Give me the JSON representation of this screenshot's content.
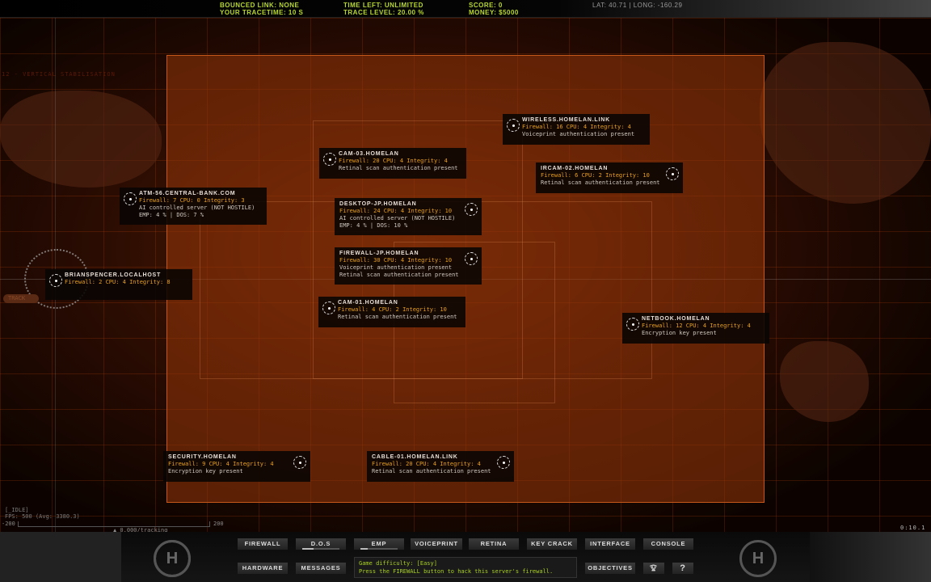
{
  "topbar": {
    "bounced_link": "Bounced link: none",
    "tracetime": "Your tracetime: 10 s",
    "time_left": "Time left: unlimited",
    "trace_level": "Trace level: 20.00 %",
    "score": "Score: 0",
    "money": "Money: $5000",
    "lat": "LAT: 40.71",
    "long": "LONG: -160.29"
  },
  "map": {
    "stabilisation_label": "12 - VERTICAL STABILISATION",
    "track_label": "TRACK",
    "status": "[_IDLE]",
    "fps": "FPS: 500 (Avg: 3380.3)",
    "ruler_min": "-200",
    "ruler_max": "200",
    "tracking": "▲ 0.000/tracking",
    "version": "0:10.1"
  },
  "nodes": [
    {
      "name": "ATM-56.CENTRAL-BANK.COM",
      "stats": "Firewall: 7 CPU: 0 Integrity: 3",
      "details": [
        "AI controlled server (NOT HOSTILE)",
        "EMP:   4 % | DOS:   7 %"
      ]
    },
    {
      "name": "CAM-03.HOMELAN",
      "stats": "Firewall: 20 CPU: 4 Integrity: 4",
      "details": [
        "Retinal scan authentication present"
      ]
    },
    {
      "name": "WIRELESS.HOMELAN.LINK",
      "stats": "Firewall: 16 CPU: 4 Integrity: 4",
      "details": [
        "Voiceprint authentication present"
      ]
    },
    {
      "name": "IRCAM-02.HOMELAN",
      "stats": "Firewall: 6 CPU: 2 Integrity: 10",
      "details": [
        "Retinal scan authentication present"
      ]
    },
    {
      "name": "DESKTOP-JP.HOMELAN",
      "stats": "Firewall: 24 CPU: 4 Integrity: 10",
      "details": [
        "AI controlled server (NOT HOSTILE)",
        "EMP:   4 % | DOS:  10 %"
      ]
    },
    {
      "name": "FIREWALL-JP.HOMELAN",
      "stats": "Firewall: 30 CPU: 4 Integrity: 10",
      "details": [
        "Voiceprint authentication present",
        "Retinal scan authentication present"
      ]
    },
    {
      "name": "BRIANSPENCER.LOCALHOST",
      "stats": "Firewall: 2 CPU: 4 Integrity: 8",
      "details": []
    },
    {
      "name": "CAM-01.HOMELAN",
      "stats": "Firewall: 4 CPU: 2 Integrity: 10",
      "details": [
        "Retinal scan authentication present"
      ]
    },
    {
      "name": "NETBOOK.HOMELAN",
      "stats": "Firewall: 12 CPU: 4 Integrity: 4",
      "details": [
        "Encryption key present"
      ]
    },
    {
      "name": "SECURITY.HOMELAN",
      "stats": "Firewall: 9 CPU: 4 Integrity: 4",
      "details": [
        "Encryption key present"
      ]
    },
    {
      "name": "CABLE-01.HOMELAN.LINK",
      "stats": "Firewall: 20 CPU: 4 Integrity: 4",
      "details": [
        "Retinal scan authentication present"
      ]
    }
  ],
  "toolbar": {
    "firewall": "FIREWALL",
    "dos": "D.O.S",
    "emp": "EMP",
    "voiceprint": "VOICEPRINT",
    "retina": "RETINA",
    "keycrack": "KEY CRACK",
    "interface": "INTERFACE",
    "console": "CONSOLE",
    "hardware": "HARDWARE",
    "messages": "MESSAGES",
    "objectives": "OBJECTIVES",
    "help": "?",
    "dos_progress": 0.3,
    "emp_progress": 0.2
  },
  "message": {
    "line1": "Game difficulty: [Easy]",
    "line2": "Press the FIREWALL button to hack this server's firewall."
  },
  "logo_text": "H",
  "colors": {
    "accent": "#c4581a",
    "stat": "#e8a020",
    "console": "#a8d020"
  }
}
